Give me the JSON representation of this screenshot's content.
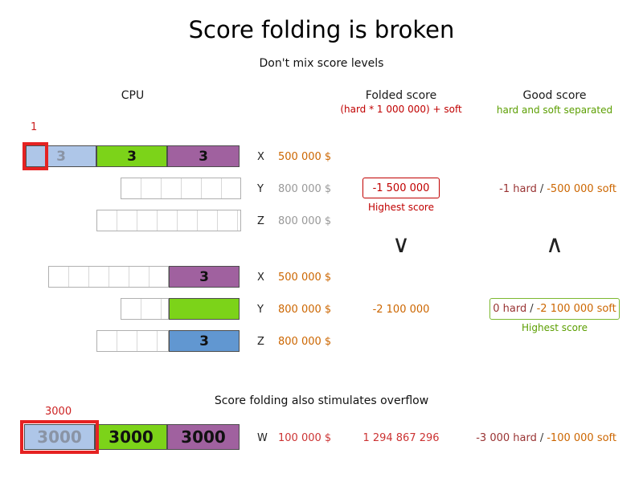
{
  "title": "Score folding is broken",
  "headers": {
    "cpu": "CPU",
    "folded": "Folded score",
    "folded_sub": "(hard * 1 000 000) + soft",
    "good": "Good score",
    "good_sub": "hard and soft separated"
  },
  "s1": {
    "subtitle": "Don't mix score levels",
    "annotation": "1",
    "rowX": {
      "label": "X",
      "cost": "500 000 $",
      "seg1": "3",
      "seg2": "3",
      "seg3": "3"
    },
    "rowY": {
      "label": "Y",
      "cost": "800 000 $",
      "folded": "-1 500 000",
      "folded_note": "Highest score",
      "hard": "-1 hard",
      "sep": "/",
      "soft": "-500 000 soft"
    },
    "rowZ": {
      "label": "Z",
      "cost": "800 000 $"
    },
    "compare_folded": "∨",
    "compare_good": "∧"
  },
  "s2": {
    "rowX": {
      "label": "X",
      "cost": "500 000 $",
      "seg": "3"
    },
    "rowY": {
      "label": "Y",
      "cost": "800 000 $",
      "folded": "-2 100 000",
      "hard": "0 hard",
      "sep": "/",
      "soft": "-2 100 000 soft",
      "note": "Highest score"
    },
    "rowZ": {
      "label": "Z",
      "cost": "800 000 $",
      "seg": "3"
    }
  },
  "s3": {
    "subtitle": "Score folding also stimulates overflow",
    "annotation": "3000",
    "rowW": {
      "label": "W",
      "cost": "100 000 $",
      "folded": "1 294 867 296",
      "hard": "-3 000 hard",
      "sep": "/",
      "soft": "-100 000 soft",
      "seg1": "3000",
      "seg2": "3000",
      "seg3": "3000"
    }
  },
  "colors": {
    "red": "#c00000",
    "orange": "#cc6600",
    "green": "#5b9e00",
    "hard_text": "#993333",
    "gray": "#999999",
    "highlight": "#e52222",
    "bar_light_blue": "#aec6e8",
    "bar_green": "#7cd319",
    "bar_purple": "#a0619f",
    "bar_steel_blue": "#6197d1"
  }
}
